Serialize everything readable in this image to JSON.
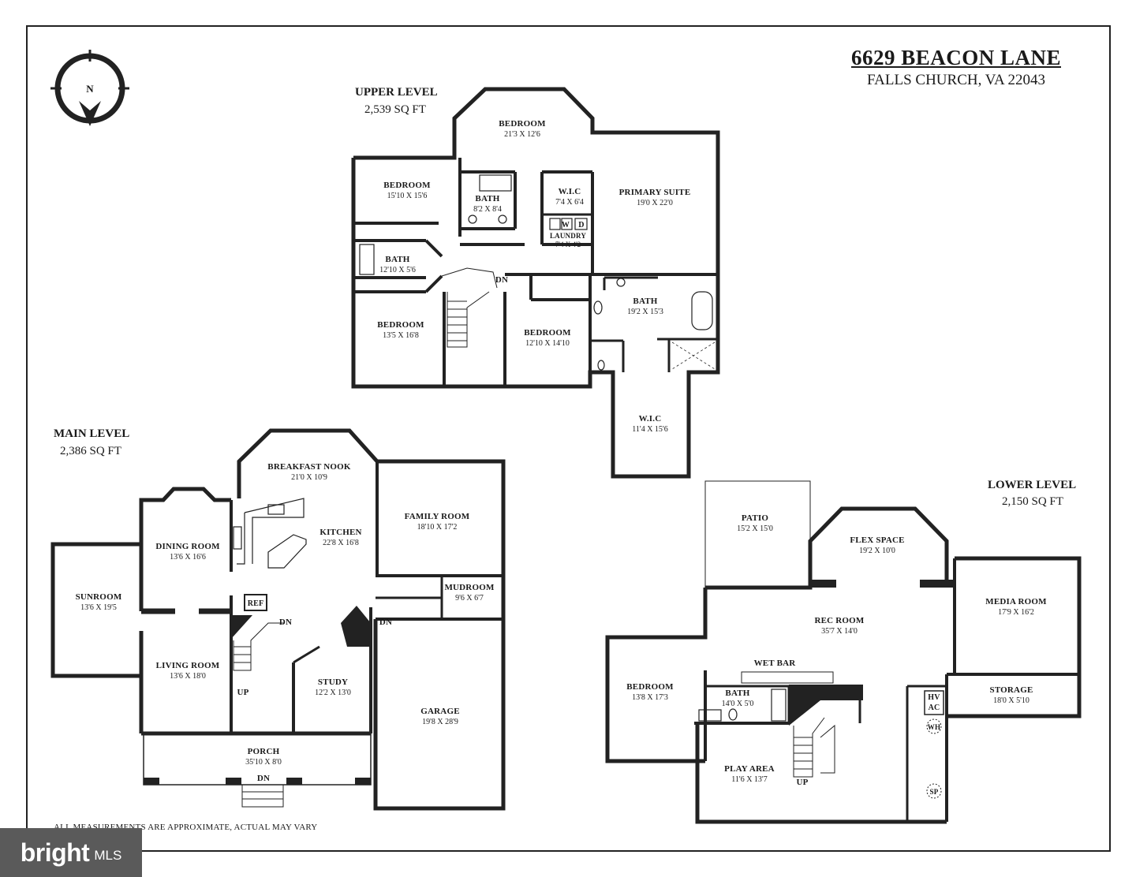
{
  "header": {
    "address": "6629 BEACON LANE",
    "city": "FALLS CHURCH, VA 22043"
  },
  "compass": {
    "label": "N"
  },
  "levels": {
    "upper": {
      "title": "UPPER LEVEL",
      "sqft": "2,539 SQ FT",
      "rooms": {
        "bedroom_front": {
          "name": "BEDROOM",
          "dim": "21'3 X 12'6"
        },
        "bedroom_nw": {
          "name": "BEDROOM",
          "dim": "15'10 X 15'6"
        },
        "bath_hall": {
          "name": "BATH",
          "dim": "8'2 X 8'4"
        },
        "wic_small": {
          "name": "W.I.C",
          "dim": "7'4 X 6'4"
        },
        "primary_suite": {
          "name": "PRIMARY SUITE",
          "dim": "19'0 X 22'0"
        },
        "laundry": {
          "name": "LAUNDRY",
          "dim": "7'4 X 4'2"
        },
        "bath_jack": {
          "name": "BATH",
          "dim": "12'10 X 5'6"
        },
        "bath_primary": {
          "name": "BATH",
          "dim": "19'2 X 15'3"
        },
        "bedroom_sw": {
          "name": "BEDROOM",
          "dim": "13'5 X 16'8"
        },
        "bedroom_s": {
          "name": "BEDROOM",
          "dim": "12'10 X 14'10"
        },
        "wic_large": {
          "name": "W.I.C",
          "dim": "11'4 X 15'6"
        }
      },
      "marks": {
        "dn": "DN",
        "washer": "W",
        "dryer": "D"
      }
    },
    "main": {
      "title": "MAIN LEVEL",
      "sqft": "2,386 SQ FT",
      "rooms": {
        "breakfast_nook": {
          "name": "BREAKFAST NOOK",
          "dim": "21'0 X 10'9"
        },
        "dining_room": {
          "name": "DINING ROOM",
          "dim": "13'6 X 16'6"
        },
        "kitchen": {
          "name": "KITCHEN",
          "dim": "22'8 X 16'8"
        },
        "family_room": {
          "name": "FAMILY ROOM",
          "dim": "18'10 X 17'2"
        },
        "sunroom": {
          "name": "SUNROOM",
          "dim": "13'6 X 19'5"
        },
        "mudroom": {
          "name": "MUDROOM",
          "dim": "9'6 X 6'7"
        },
        "living_room": {
          "name": "LIVING ROOM",
          "dim": "13'6 X 18'0"
        },
        "study": {
          "name": "STUDY",
          "dim": "12'2 X 13'0"
        },
        "garage": {
          "name": "GARAGE",
          "dim": "19'8 X 28'9"
        },
        "porch": {
          "name": "PORCH",
          "dim": "35'10 X 8'0"
        }
      },
      "marks": {
        "ref": "REF",
        "dn": "DN",
        "up": "UP"
      }
    },
    "lower": {
      "title": "LOWER LEVEL",
      "sqft": "2,150 SQ FT",
      "rooms": {
        "patio": {
          "name": "PATIO",
          "dim": "15'2 X 15'0"
        },
        "flex_space": {
          "name": "FLEX SPACE",
          "dim": "19'2 X 10'0"
        },
        "media_room": {
          "name": "MEDIA ROOM",
          "dim": "17'9 X 16'2"
        },
        "rec_room": {
          "name": "REC ROOM",
          "dim": "35'7 X 14'0"
        },
        "wet_bar": {
          "name": "WET BAR"
        },
        "bedroom": {
          "name": "BEDROOM",
          "dim": "13'8 X 17'3"
        },
        "bath": {
          "name": "BATH",
          "dim": "14'0 X 5'0"
        },
        "storage": {
          "name": "STORAGE",
          "dim": "18'0 X 5'10"
        },
        "play_area": {
          "name": "PLAY AREA",
          "dim": "11'6 X 13'7"
        }
      },
      "marks": {
        "hv": "HV",
        "ac": "AC",
        "wh": "WH",
        "sp": "SP",
        "up": "UP"
      }
    }
  },
  "disclaimer": "ALL MEASUREMENTS ARE APPROXIMATE, ACTUAL MAY VARY",
  "branding": {
    "logo": "bright",
    "mls": "MLS"
  }
}
